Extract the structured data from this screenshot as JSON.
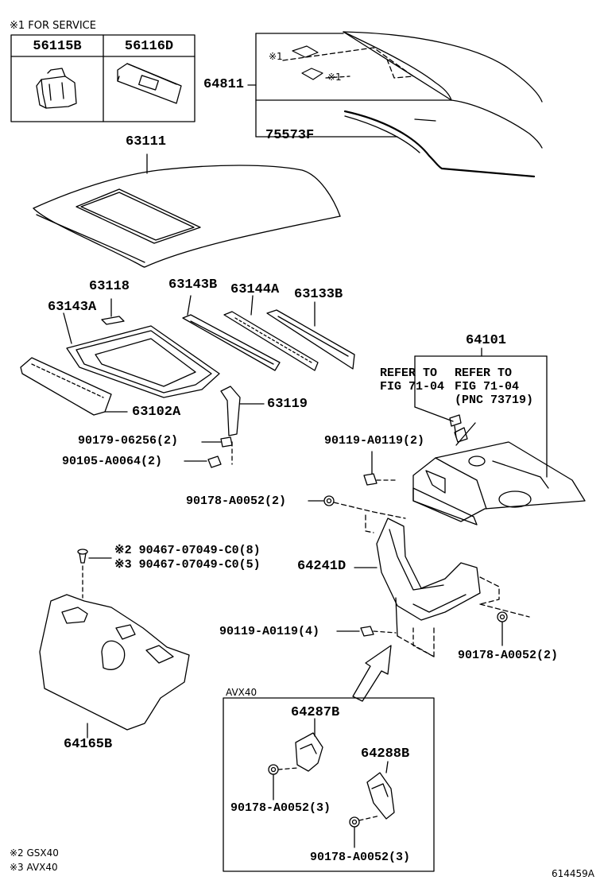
{
  "service_box": {
    "title": "※1 FOR SERVICE",
    "col1": "56115B",
    "col2": "56116D"
  },
  "labels": {
    "p64811": "64811",
    "p75573F": "75573F",
    "mark_upper": "※1",
    "mark_lower": "※1",
    "p63111": "63111",
    "p63118": "63118",
    "p63143B": "63143B",
    "p63144A": "63144A",
    "p63133B": "63133B",
    "p63143A": "63143A",
    "p63102A": "63102A",
    "p63119": "63119",
    "p64101": "64101",
    "refer1_line1": "REFER TO",
    "refer1_line2": "FIG 71-04",
    "refer2_line1": "REFER TO",
    "refer2_line2": "FIG 71-04",
    "refer2_line3": "(PNC 73719)",
    "b90179": "90179-06256(2)",
    "b90105": "90105-A0064(2)",
    "b90119a": "90119-A0119(2)",
    "b90178a": "90178-A0052(2)",
    "c90467_gsx": "※2 90467-07049-C0(8)",
    "c90467_avx": "※3 90467-07049-C0(5)",
    "p64241D": "64241D",
    "b90119b": "90119-A0119(4)",
    "b90178b": "90178-A0052(2)",
    "p64165B": "64165B",
    "avx_title": "AVX40",
    "p64287B": "64287B",
    "p64288B": "64288B",
    "b90178c": "90178-A0052(3)",
    "b90178d": "90178-A0052(3)"
  },
  "notes": {
    "gsx": "※2 GSX40",
    "avx": "※3 AVX40",
    "ref_code": "614459A"
  },
  "icons": [
    "clip-icon",
    "retainer-icon",
    "bolt-icon",
    "nut-icon",
    "clip-pin-icon",
    "direction-arrow-icon"
  ]
}
